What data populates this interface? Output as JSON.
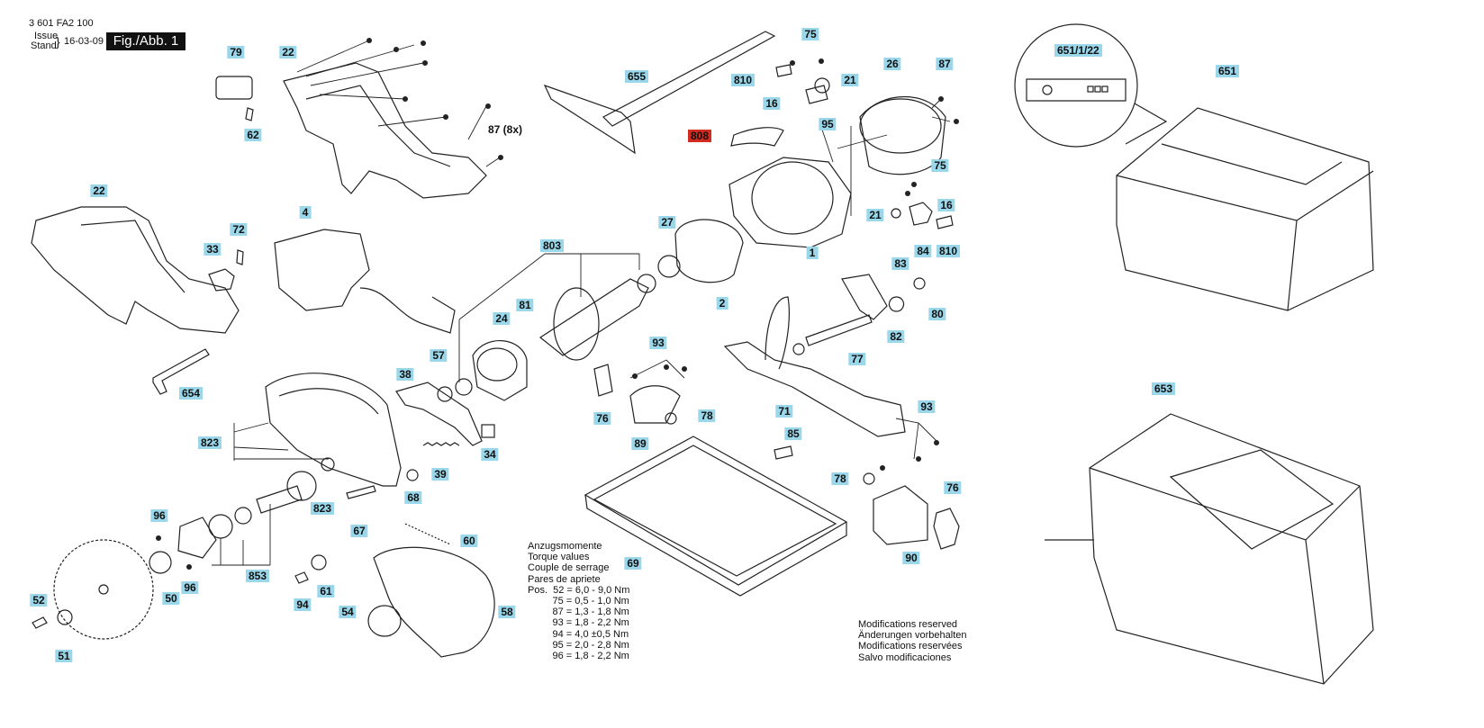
{
  "header": {
    "doc_number": "3 601 FA2 100",
    "issue_label": "Issue",
    "stand_label": "Stand",
    "date": "16-03-09",
    "figure_label": "Fig./Abb. 1"
  },
  "callouts": [
    {
      "id": "c79",
      "text": "79"
    },
    {
      "id": "c22a",
      "text": "22"
    },
    {
      "id": "c62",
      "text": "62"
    },
    {
      "id": "c87x",
      "text": "87 (8x)"
    },
    {
      "id": "c22b",
      "text": "22"
    },
    {
      "id": "c72",
      "text": "72"
    },
    {
      "id": "c33",
      "text": "33"
    },
    {
      "id": "c4",
      "text": "4"
    },
    {
      "id": "c654",
      "text": "654"
    },
    {
      "id": "c655",
      "text": "655"
    },
    {
      "id": "c808",
      "text": "808"
    },
    {
      "id": "c75a",
      "text": "75"
    },
    {
      "id": "c810a",
      "text": "810"
    },
    {
      "id": "c21a",
      "text": "21"
    },
    {
      "id": "c16a",
      "text": "16"
    },
    {
      "id": "c26",
      "text": "26"
    },
    {
      "id": "c87a",
      "text": "87"
    },
    {
      "id": "c95",
      "text": "95"
    },
    {
      "id": "c75b",
      "text": "75"
    },
    {
      "id": "c16b",
      "text": "16"
    },
    {
      "id": "c21b",
      "text": "21"
    },
    {
      "id": "c810b",
      "text": "810"
    },
    {
      "id": "c803",
      "text": "803"
    },
    {
      "id": "c27",
      "text": "27"
    },
    {
      "id": "c1",
      "text": "1"
    },
    {
      "id": "c2",
      "text": "2"
    },
    {
      "id": "c83",
      "text": "83"
    },
    {
      "id": "c84",
      "text": "84"
    },
    {
      "id": "c80",
      "text": "80"
    },
    {
      "id": "c82",
      "text": "82"
    },
    {
      "id": "c77",
      "text": "77"
    },
    {
      "id": "c81",
      "text": "81"
    },
    {
      "id": "c24",
      "text": "24"
    },
    {
      "id": "c57",
      "text": "57"
    },
    {
      "id": "c38",
      "text": "38"
    },
    {
      "id": "c93a",
      "text": "93"
    },
    {
      "id": "c76a",
      "text": "76"
    },
    {
      "id": "c78a",
      "text": "78"
    },
    {
      "id": "c89",
      "text": "89"
    },
    {
      "id": "c71",
      "text": "71"
    },
    {
      "id": "c823a",
      "text": "823"
    },
    {
      "id": "c34",
      "text": "34"
    },
    {
      "id": "c39",
      "text": "39"
    },
    {
      "id": "c68",
      "text": "68"
    },
    {
      "id": "c823b",
      "text": "823"
    },
    {
      "id": "c67",
      "text": "67"
    },
    {
      "id": "c85",
      "text": "85"
    },
    {
      "id": "c93b",
      "text": "93"
    },
    {
      "id": "c78b",
      "text": "78"
    },
    {
      "id": "c76b",
      "text": "76"
    },
    {
      "id": "c90",
      "text": "90"
    },
    {
      "id": "c96a",
      "text": "96"
    },
    {
      "id": "c50",
      "text": "50"
    },
    {
      "id": "c96b",
      "text": "96"
    },
    {
      "id": "c853",
      "text": "853"
    },
    {
      "id": "c94",
      "text": "94"
    },
    {
      "id": "c61",
      "text": "61"
    },
    {
      "id": "c60",
      "text": "60"
    },
    {
      "id": "c69",
      "text": "69"
    },
    {
      "id": "c52",
      "text": "52"
    },
    {
      "id": "c51",
      "text": "51"
    },
    {
      "id": "c54",
      "text": "54"
    },
    {
      "id": "c58",
      "text": "58"
    },
    {
      "id": "c651",
      "text": "651"
    },
    {
      "id": "c653",
      "text": "653"
    }
  ],
  "zoom_label": "651/1/22",
  "torque": {
    "lines": [
      "Anzugsmomente",
      "Torque values",
      "Couple de serrage",
      "Pares de apriete"
    ],
    "rows": [
      "Pos.  52 = 6,0 - 9,0 Nm",
      "         75 = 0,5 - 1,0 Nm",
      "         87 = 1,3 - 1,8 Nm",
      "         93 = 1,8 - 2,2 Nm",
      "         94 = 4,0 ±0,5 Nm",
      "         95 = 2,0 - 2,8 Nm",
      "         96 = 1,8 - 2,2 Nm"
    ]
  },
  "modifications": [
    "Modifications reserved",
    "Änderungen vorbehalten",
    "Modifications reservées",
    "Salvo modificaciones"
  ]
}
